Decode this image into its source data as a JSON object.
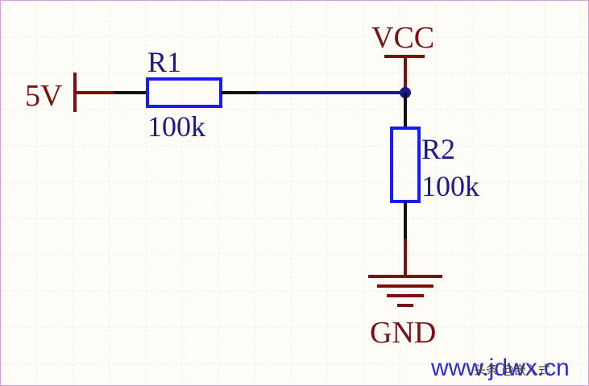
{
  "colors": {
    "background": "#fffdf8",
    "grid": "#ece8ec",
    "power_symbol": "#7a1010",
    "pin": "#111111",
    "wire": "#1a1a8c",
    "resistor_body": "#1a1aff",
    "junction": "#1a1a8c",
    "watermark_url": "#2b2bd8"
  },
  "circuit": {
    "source": {
      "label": "5V"
    },
    "r1": {
      "designator": "R1",
      "value": "100k"
    },
    "r2": {
      "designator": "R2",
      "value": "100k"
    },
    "vcc": {
      "label": "VCC"
    },
    "gnd": {
      "label": "GND"
    }
  },
  "watermark": {
    "url": "www.jdwx.cn",
    "sub": "头条 @嵌入式"
  }
}
